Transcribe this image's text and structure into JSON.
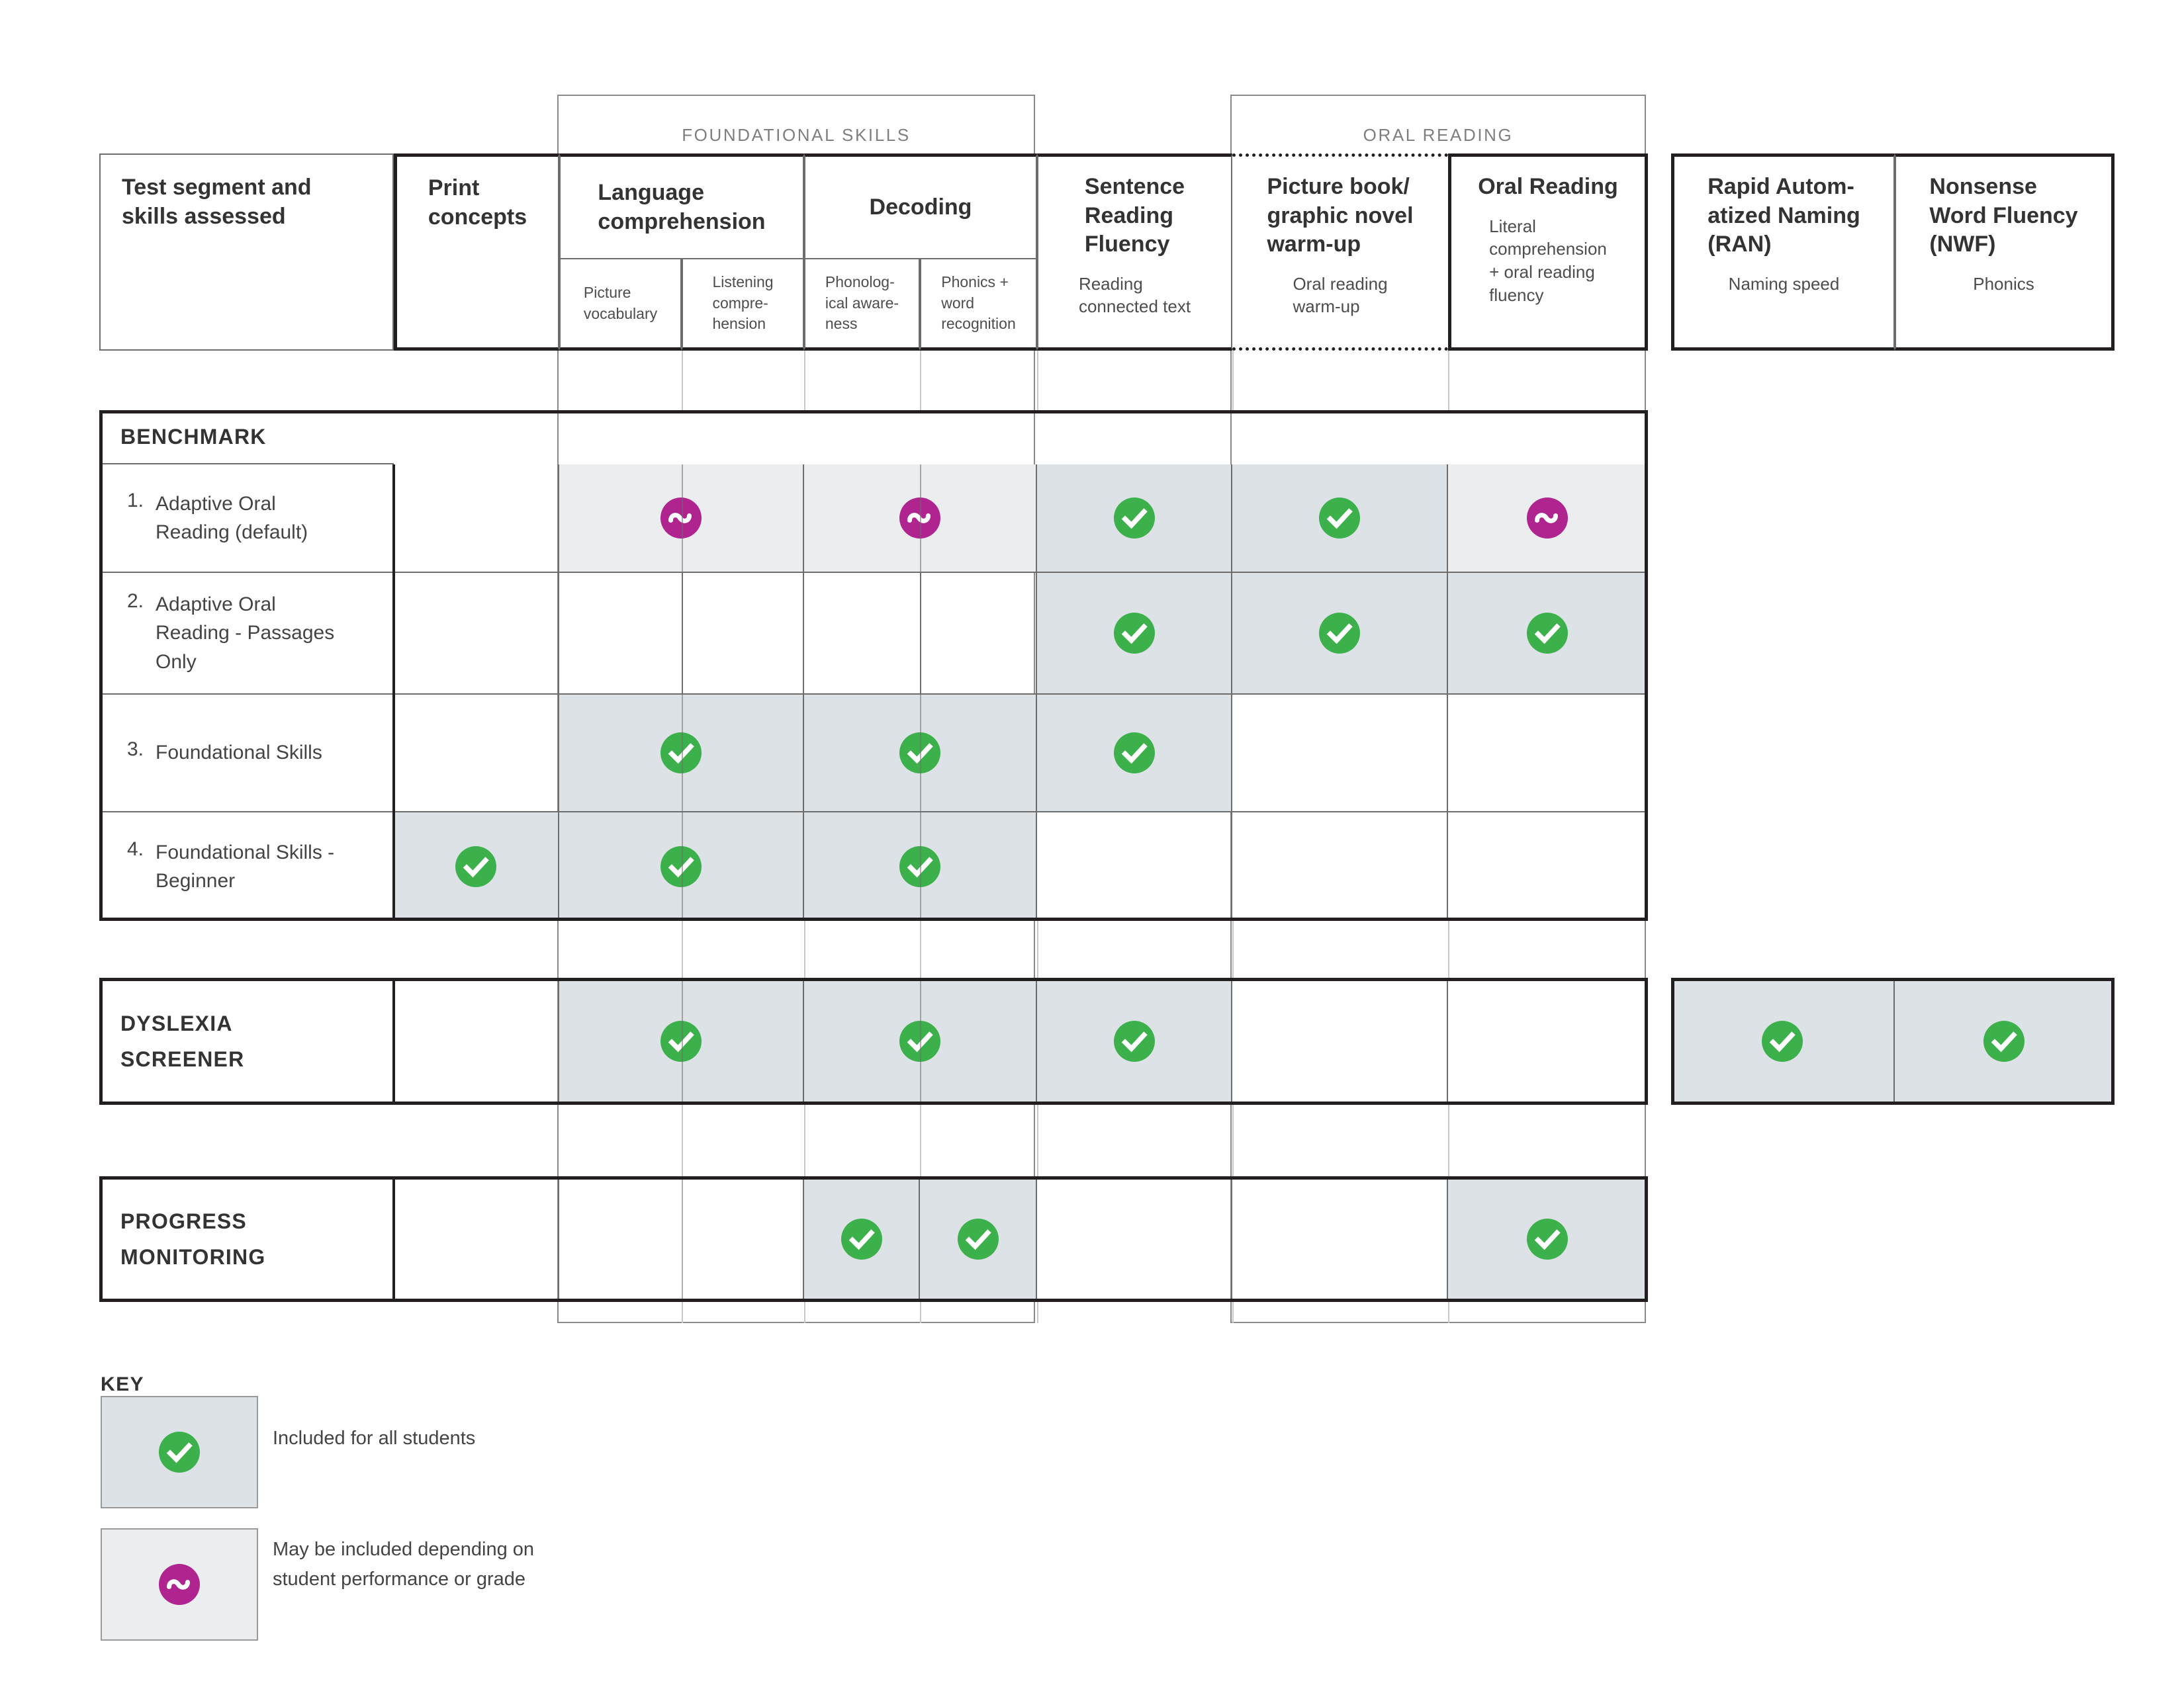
{
  "groups": [
    {
      "name": "foundational-skills",
      "label": "FOUNDATIONAL SKILLS"
    },
    {
      "name": "oral-reading",
      "label": "ORAL READING"
    }
  ],
  "columns": {
    "row_header": {
      "title": "Test segment and skills assessed"
    },
    "print_concepts": {
      "title": "Print concepts",
      "sub": ""
    },
    "language_comprehension": {
      "title": "Language comprehension",
      "subcolumns": [
        "Picture vocabulary",
        "Listening compre-hension"
      ]
    },
    "decoding": {
      "title": "Decoding",
      "subcolumns": [
        "Phonolog-ical aware-ness",
        "Phonics + word recognition"
      ]
    },
    "sentence_reading_fluency": {
      "title": "Sentence Reading Fluency",
      "sub": "Reading connected text"
    },
    "picture_book_warmup": {
      "title": "Picture book/ graphic novel warm-up",
      "sub": "Oral reading warm-up"
    },
    "oral_reading": {
      "title": "Oral Reading",
      "sub": "Literal comprehension + oral reading fluency"
    },
    "ran": {
      "title": "Rapid Autom-atized Naming (RAN)",
      "sub": "Naming speed"
    },
    "nwf": {
      "title": "Nonsense Word Fluency (NWF)",
      "sub": "Phonics"
    }
  },
  "sections": {
    "benchmark": {
      "label": "BENCHMARK",
      "rows": [
        {
          "num": "1.",
          "label": "Adaptive Oral Reading (default)",
          "cells": {
            "print": "",
            "lang": "maybe",
            "dec": "maybe",
            "srf": "yes",
            "pic": "yes",
            "oral": "maybe",
            "ran": "",
            "nwf": ""
          }
        },
        {
          "num": "2.",
          "label": "Adaptive Oral Reading - Passages Only",
          "cells": {
            "print": "",
            "lang": "",
            "dec": "",
            "srf": "yes",
            "pic": "yes",
            "oral": "yes",
            "ran": "",
            "nwf": ""
          }
        },
        {
          "num": "3.",
          "label": "Foundational Skills",
          "cells": {
            "print": "",
            "lang": "yes",
            "dec": "yes",
            "srf": "yes",
            "pic": "",
            "oral": "",
            "ran": "",
            "nwf": ""
          }
        },
        {
          "num": "4.",
          "label": "Foundational Skills - Beginner",
          "cells": {
            "print": "yes",
            "lang": "yes",
            "dec": "yes",
            "srf": "",
            "pic": "",
            "oral": "",
            "ran": "",
            "nwf": ""
          }
        }
      ]
    },
    "dyslexia_screener": {
      "label_line1": "DYSLEXIA",
      "label_line2": "SCREENER",
      "cells": {
        "print": "",
        "lang": "yes",
        "dec": "yes",
        "srf": "yes",
        "pic": "",
        "oral": "",
        "ran": "yes",
        "nwf": "yes"
      }
    },
    "progress_monitoring": {
      "label_line1": "PROGRESS",
      "label_line2": "MONITORING",
      "cells": {
        "print": "",
        "lang": "",
        "dec_pa": "yes",
        "dec_pw": "yes",
        "srf": "",
        "pic": "",
        "oral": "yes",
        "ran": "",
        "nwf": ""
      }
    }
  },
  "key": {
    "title": "KEY",
    "items": [
      {
        "icon": "check-circle-icon",
        "label": "Included for all students"
      },
      {
        "icon": "tilde-circle-icon",
        "label": "May be included depending on student performance or grade"
      }
    ]
  },
  "colors": {
    "check_green": "#3cb04a",
    "maybe_magenta": "#b0248f",
    "shade_blue_gray": "#dde2e6",
    "shade_neutral_gray": "#ecedef",
    "rule_dark": "#231f20",
    "rule_mid": "#6d6d6d",
    "rule_light": "#8a8a8a"
  }
}
